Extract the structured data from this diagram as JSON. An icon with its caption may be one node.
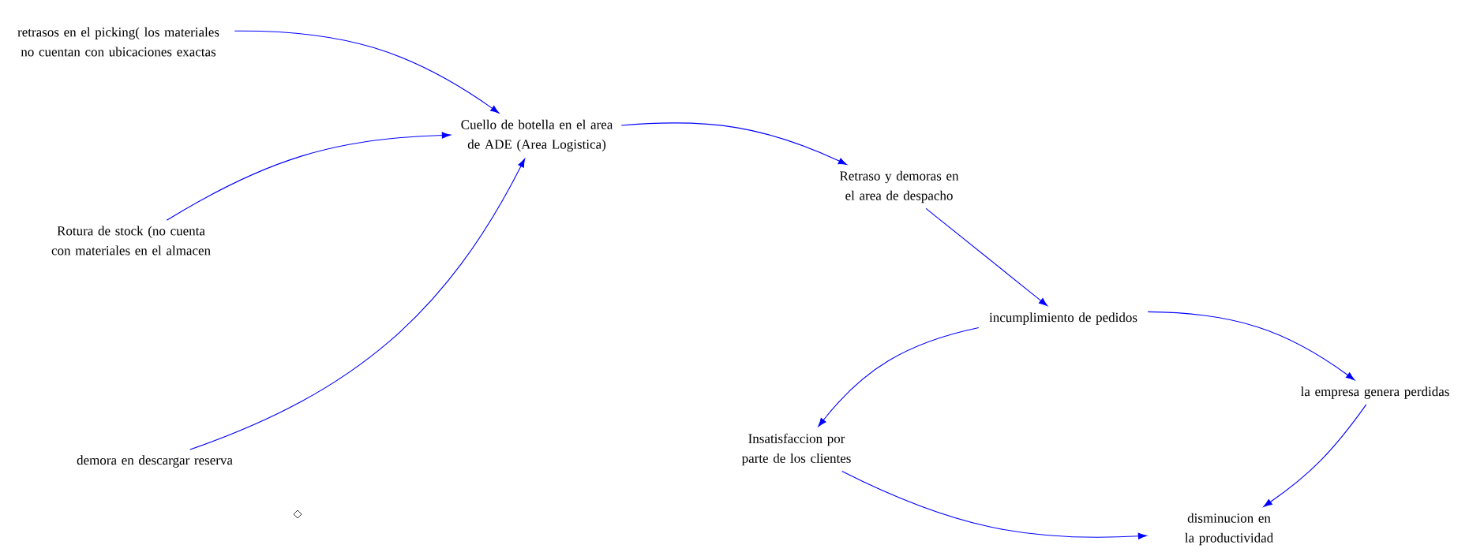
{
  "diagram": {
    "nodes": [
      {
        "text": [
          "retrasos en el picking( los materiales no cuentan con ubicaciones exactas"
        ]
      },
      {
        "text": [
          "Cuello de botella en el area de ADE (Area Logistica)"
        ]
      },
      {
        "text": [
          "Rotura de stock (no cuenta con materiales en el almacen"
        ]
      },
      {
        "text": [
          "demora en descargar reserva"
        ]
      },
      {
        "text": [
          "Retraso y demoras en el area de despacho"
        ]
      },
      {
        "text": [
          "incumplimiento de pedidos"
        ]
      },
      {
        "text": [
          "la empresa genera perdidas"
        ]
      },
      {
        "text": [
          "Insatisfaccion por parte de los clientes"
        ]
      },
      {
        "text": [
          "disminucion en la productividad"
        ]
      }
    ],
    "edges": [
      {
        "from": 0,
        "to": 1,
        "arrow": "to"
      },
      {
        "from": 2,
        "to": 1,
        "arrow": "to"
      },
      {
        "from": 3,
        "to": 1,
        "arrow": "to"
      },
      {
        "from": 1,
        "to": 4,
        "arrow": "to"
      },
      {
        "from": 4,
        "to": 5,
        "arrow": "to"
      },
      {
        "from": 5,
        "to": 7,
        "arrow": "to"
      },
      {
        "from": 5,
        "to": 6,
        "arrow": "to"
      },
      {
        "from": 7,
        "to": 8,
        "arrow": "to"
      },
      {
        "from": 6,
        "to": 8,
        "arrow": "to"
      }
    ]
  }
}
